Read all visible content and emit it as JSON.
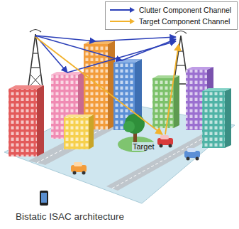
{
  "diagram": {
    "caption": "Bistatic ISAC architecture",
    "labels": [
      "Target"
    ],
    "legend": [
      {
        "text": "Clutter Component Channel"
      },
      {
        "text": "Target Component Channel"
      }
    ]
  }
}
